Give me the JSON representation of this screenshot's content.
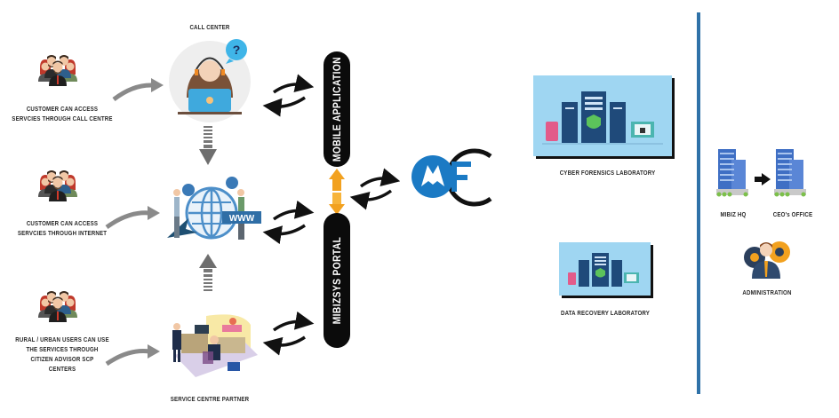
{
  "title": "Mibizsys Service Flow Diagram",
  "colors": {
    "accent_blue": "#2f72a8",
    "logo_blue": "#1b7ac4",
    "orange": "#f2a11f",
    "pill_black": "#0b0b0b",
    "card_blue": "#9fd6f2"
  },
  "customers": [
    {
      "label_lines": [
        "CUSTOMER CAN ACCESS",
        "SERVCIES THROUGH CALL CENTRE"
      ]
    },
    {
      "label_lines": [
        "CUSTOMER CAN ACCESS",
        "SERVCIES THROUGH INTERNET"
      ]
    },
    {
      "label_lines": [
        "RURAL / URBAN USERS CAN USE",
        "THE SERVICES THROUGH",
        "CITIZEN ADVISOR SCP",
        "CENTERS"
      ]
    }
  ],
  "channels": {
    "call_center": {
      "label": "CALL CENTER",
      "icon": "call-center-agent-icon"
    },
    "internet": {
      "label": "",
      "icon": "globe-www-icon",
      "badge": "WWW"
    },
    "service_centre": {
      "label": "SERVICE CENTRE PARTNER",
      "icon": "office-desk-icon"
    }
  },
  "platform": {
    "mobile_app": "MOBILE APPLICATION",
    "portal": "MIBIZSYS PORTAL"
  },
  "logo": {
    "icon": "mfc-logo-icon"
  },
  "labs": [
    {
      "label": "CYBER FORENSICS LABORATORY",
      "icon": "server-security-icon"
    },
    {
      "label": "DATA RECOVERY LABORATORY",
      "icon": "server-security-icon"
    }
  ],
  "hq": {
    "from": "MIBIZ HQ",
    "to": "CEO's OFFICE",
    "admin": "ADMINISTRATION"
  }
}
